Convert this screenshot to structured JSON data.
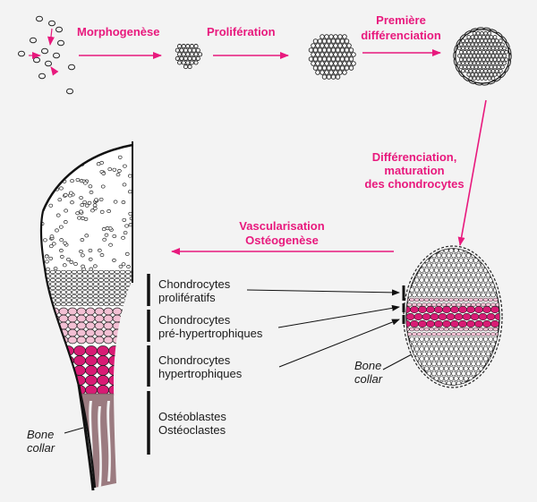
{
  "stages": {
    "morphogenese": "Morphogenèse",
    "proliferation": "Prolifération",
    "premiere_line1": "Première",
    "premiere_line2": "différenciation",
    "diff_line1": "Différenciation,",
    "diff_line2": "maturation",
    "diff_line3": "des chondrocytes",
    "vasc_line1": "Vascularisation",
    "vasc_line2": "Ostéogenèse"
  },
  "zones": {
    "prolif_line1": "Chondrocytes",
    "prolif_line2": "prolifératifs",
    "prehyp_line1": "Chondrocytes",
    "prehyp_line2": "pré-hypertrophiques",
    "hyp_line1": "Chondrocytes",
    "hyp_line2": "hypertrophiques",
    "osteo_line1": "Ostéoblastes",
    "osteo_line2": "Ostéoclastes"
  },
  "bone_collar": {
    "left_line1": "Bone",
    "left_line2": "collar",
    "right_line1": "Bone",
    "right_line2": "collar"
  },
  "colors": {
    "accent": "#e8197d",
    "magenta_cells": "#d81b74",
    "light_pink_cells": "#f3c0d4",
    "bone": "#9b7b80",
    "background": "#f3f3f3"
  }
}
